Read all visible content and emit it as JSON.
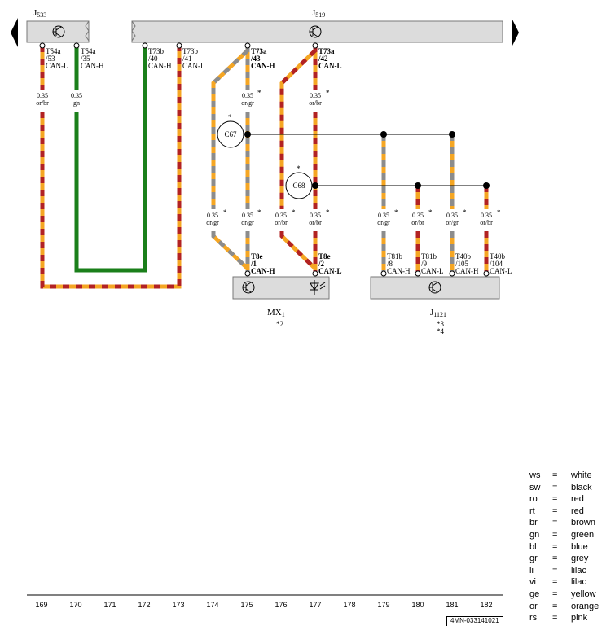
{
  "components": {
    "j533": {
      "label": "J",
      "sub": "533"
    },
    "j519": {
      "label": "J",
      "sub": "519"
    },
    "mx1": {
      "label": "MX",
      "sub": "1",
      "note": "*2"
    },
    "j1121": {
      "label": "J",
      "sub": "1121",
      "note1": "*3",
      "note2": "*4"
    }
  },
  "connectors_top": [
    {
      "pin": "T54a",
      "num": "/53",
      "sig": "CAN-L"
    },
    {
      "pin": "T54a",
      "num": "/35",
      "sig": "CAN-H"
    },
    {
      "pin": "T73b",
      "num": "/40",
      "sig": "CAN-H"
    },
    {
      "pin": "T73b",
      "num": "/41",
      "sig": "CAN-L"
    },
    {
      "pin": "T73a",
      "num": "/43",
      "sig": "CAN-H"
    },
    {
      "pin": "T73a",
      "num": "/42",
      "sig": "CAN-L"
    }
  ],
  "connectors_bottom": [
    {
      "pin": "T8e",
      "num": "/1",
      "sig": "CAN-H"
    },
    {
      "pin": "T8e",
      "num": "/2",
      "sig": "CAN-L"
    },
    {
      "pin": "T81b",
      "num": "/8",
      "sig": "CAN-H"
    },
    {
      "pin": "T81b",
      "num": "/9",
      "sig": "CAN-L"
    },
    {
      "pin": "T40b",
      "num": "/105",
      "sig": "CAN-H"
    },
    {
      "pin": "T40b",
      "num": "/104",
      "sig": "CAN-L"
    }
  ],
  "wire_sizes": [
    {
      "size": "0.35",
      "color": "or/br"
    },
    {
      "size": "0.35",
      "color": "gn"
    },
    {
      "size": "0.35",
      "color": "or/gr"
    },
    {
      "size": "0.35",
      "color": "or/br"
    },
    {
      "size": "0.35",
      "color": "or/gr"
    },
    {
      "size": "0.35",
      "color": "or/gr"
    },
    {
      "size": "0.35",
      "color": "or/br"
    },
    {
      "size": "0.35",
      "color": "or/br"
    },
    {
      "size": "0.35",
      "color": "or/gr"
    },
    {
      "size": "0.35",
      "color": "or/br"
    },
    {
      "size": "0.35",
      "color": "or/gr"
    },
    {
      "size": "0.35",
      "color": "or/br"
    }
  ],
  "asterisk": "*",
  "junctions": {
    "c67": "C67",
    "c68": "C68"
  },
  "columns": [
    "169",
    "170",
    "171",
    "172",
    "173",
    "174",
    "175",
    "176",
    "177",
    "178",
    "179",
    "180",
    "181",
    "182"
  ],
  "legend": [
    {
      "ab": "ws",
      "eq": "=",
      "name": "white"
    },
    {
      "ab": "sw",
      "eq": "=",
      "name": "black"
    },
    {
      "ab": "ro",
      "eq": "=",
      "name": "red"
    },
    {
      "ab": "rt",
      "eq": "=",
      "name": "red"
    },
    {
      "ab": "br",
      "eq": "=",
      "name": "brown"
    },
    {
      "ab": "gn",
      "eq": "=",
      "name": "green"
    },
    {
      "ab": "bl",
      "eq": "=",
      "name": "blue"
    },
    {
      "ab": "gr",
      "eq": "=",
      "name": "grey"
    },
    {
      "ab": "li",
      "eq": "=",
      "name": "lilac"
    },
    {
      "ab": "vi",
      "eq": "=",
      "name": "lilac"
    },
    {
      "ab": "ge",
      "eq": "=",
      "name": "yellow"
    },
    {
      "ab": "or",
      "eq": "=",
      "name": "orange"
    },
    {
      "ab": "rs",
      "eq": "=",
      "name": "pink"
    }
  ],
  "ref_code": "4MN-033141021",
  "wire_colors": {
    "orange": "#f5a623",
    "brown": "#b22222",
    "grey": "#8c8c8c",
    "green": "#1a7f1a",
    "box": "#dcdcdc"
  }
}
